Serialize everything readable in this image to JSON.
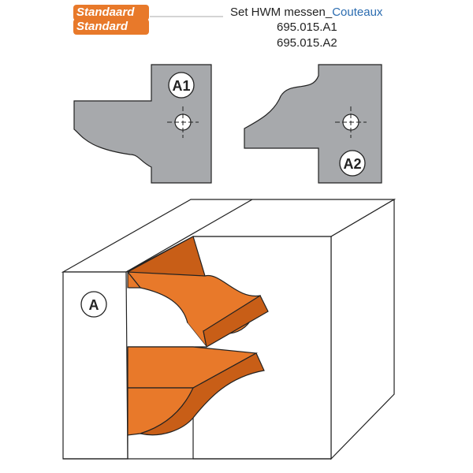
{
  "header": {
    "badge_nl": "Standaard",
    "badge_fr": "Standard",
    "title_nl": "Set HWM messen_",
    "title_fr": "Couteaux",
    "codes": [
      "695.015.A1",
      "695.015.A2"
    ]
  },
  "knives": {
    "a1_label": "A1",
    "a2_label": "A2"
  },
  "profile": {
    "label": "A"
  },
  "colors": {
    "orange": "#e8792a",
    "knife_gray": "#a7a9ac",
    "link_blue": "#2b6cb0"
  }
}
